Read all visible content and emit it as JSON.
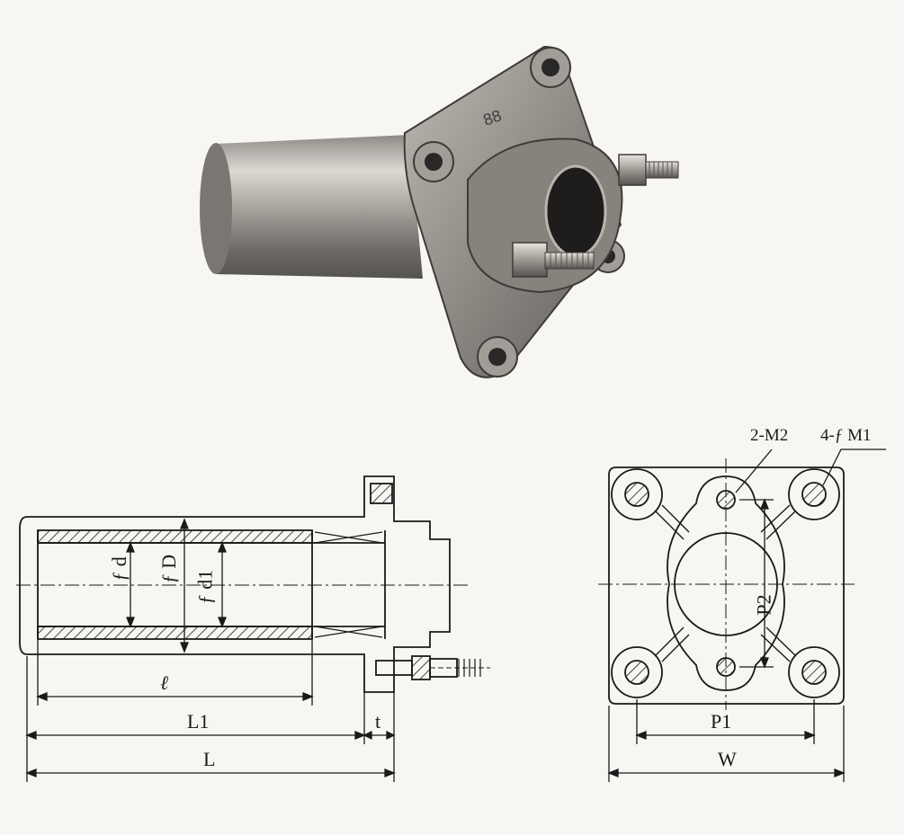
{
  "labels": {
    "side_view": {
      "d": "ƒ d",
      "D": "ƒ D",
      "d1": "ƒ d1",
      "l": "ℓ",
      "L1": "L1",
      "t": "t",
      "L": "L"
    },
    "front_view": {
      "m2": "2-M2",
      "m1": "4-ƒ M1",
      "p2": "P2",
      "p1": "P1",
      "w": "W"
    },
    "casting_mark": "88"
  },
  "colors": {
    "paper": "#f7f6f2",
    "ink": "#1a1a1a",
    "metal_light": "#c9c6c0",
    "metal_dark": "#4a4845"
  }
}
